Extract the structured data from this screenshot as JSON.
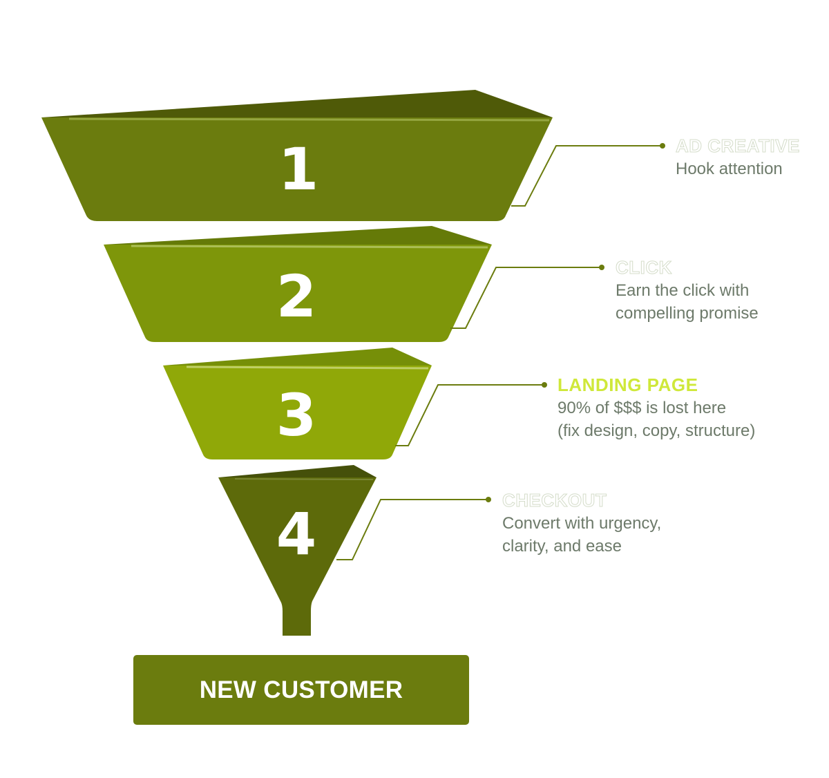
{
  "stages": [
    {
      "number": "1",
      "title": "AD CREATIVE",
      "desc": [
        "Hook attention"
      ],
      "color": "#6b7c0e",
      "highlight": false
    },
    {
      "number": "2",
      "title": "CLICK",
      "desc": [
        "Earn the click with",
        "compelling promise"
      ],
      "color": "#7e960a",
      "highlight": false
    },
    {
      "number": "3",
      "title": "LANDING PAGE",
      "desc": [
        "90% of $$$ is lost here",
        "(fix design, copy, structure)"
      ],
      "color": "#90a808",
      "highlight": true
    },
    {
      "number": "4",
      "title": "CHECKOUT",
      "desc": [
        "Convert with urgency,",
        "clarity, and ease"
      ],
      "color": "#5d6a0a",
      "highlight": false
    }
  ],
  "outcome": {
    "label": "NEW CUSTOMER",
    "color": "#6b7c0e"
  },
  "colors": {
    "connector": "#6b7c0e",
    "title_highlight": "#cfe83a",
    "description": "#6d7a6a"
  }
}
